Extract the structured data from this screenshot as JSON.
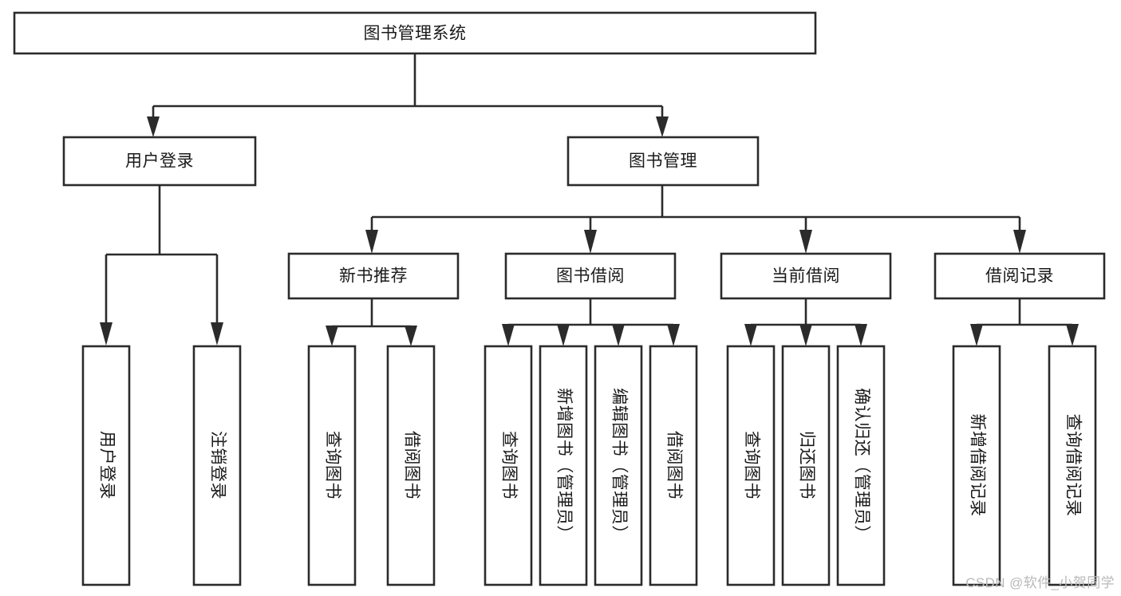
{
  "diagram": {
    "type": "tree-hierarchy",
    "title": "图书管理系统",
    "watermark": "CSDN @软件_小贺同学",
    "colors": {
      "stroke": "#2b2b2b",
      "fill": "#ffffff",
      "text": "#1a1a1a",
      "watermark": "#b9b9b9"
    },
    "levels": {
      "root": {
        "label": "图书管理系统",
        "orientation": "horizontal"
      },
      "level2": [
        {
          "label": "用户登录",
          "orientation": "horizontal"
        },
        {
          "label": "图书管理",
          "orientation": "horizontal"
        }
      ],
      "level3": [
        {
          "label": "新书推荐",
          "orientation": "horizontal"
        },
        {
          "label": "图书借阅",
          "orientation": "horizontal"
        },
        {
          "label": "当前借阅",
          "orientation": "horizontal"
        },
        {
          "label": "借阅记录",
          "orientation": "horizontal"
        }
      ],
      "level4": [
        {
          "label": "用户登录",
          "orientation": "vertical",
          "parent": "用户登录"
        },
        {
          "label": "注销登录",
          "orientation": "vertical",
          "parent": "用户登录"
        },
        {
          "label": "查询图书",
          "orientation": "vertical",
          "parent": "新书推荐"
        },
        {
          "label": "借阅图书",
          "orientation": "vertical",
          "parent": "新书推荐"
        },
        {
          "label": "查询图书",
          "orientation": "vertical",
          "parent": "图书借阅"
        },
        {
          "label": "新增图书（管理员）",
          "orientation": "vertical",
          "parent": "图书借阅"
        },
        {
          "label": "编辑图书（管理员）",
          "orientation": "vertical",
          "parent": "图书借阅"
        },
        {
          "label": "借阅图书",
          "orientation": "vertical",
          "parent": "图书借阅"
        },
        {
          "label": "查询图书",
          "orientation": "vertical",
          "parent": "当前借阅"
        },
        {
          "label": "归还图书",
          "orientation": "vertical",
          "parent": "当前借阅"
        },
        {
          "label": "确认归还（管理员）",
          "orientation": "vertical",
          "parent": "当前借阅"
        },
        {
          "label": "新增借阅记录",
          "orientation": "vertical",
          "parent": "借阅记录"
        },
        {
          "label": "查询借阅记录",
          "orientation": "vertical",
          "parent": "借阅记录"
        }
      ]
    }
  }
}
